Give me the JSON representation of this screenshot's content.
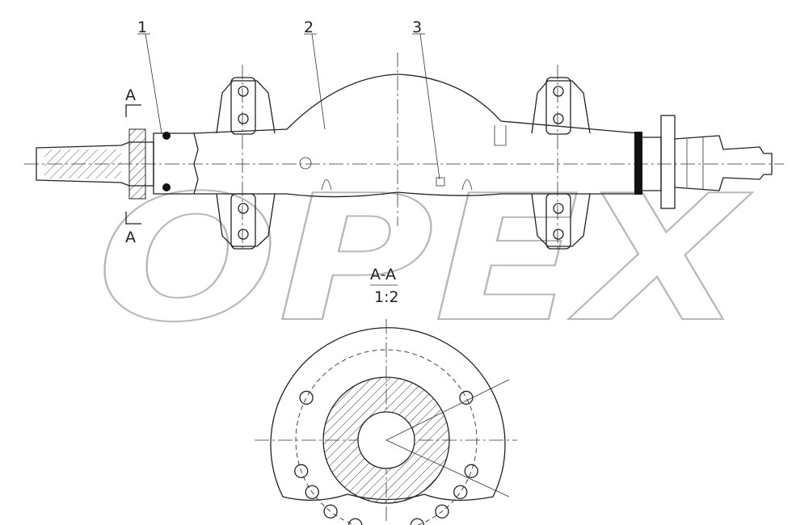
{
  "drawing": {
    "callouts": [
      "1",
      "2",
      "3"
    ],
    "section_marker_top": "A",
    "section_marker_bottom": "A",
    "section_title": "A-A",
    "section_scale": "1:2",
    "watermark": "OPEX",
    "line_color": "#222222",
    "watermark_color": "#b8b8b8"
  }
}
